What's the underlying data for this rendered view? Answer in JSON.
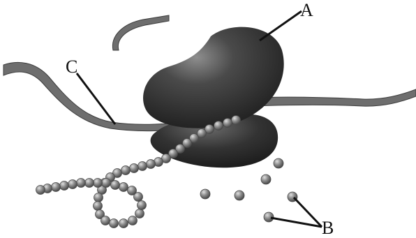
{
  "figure": {
    "labels": {
      "a": "A",
      "b": "B",
      "c": "C"
    },
    "colors": {
      "background": "#ffffff",
      "ribbon": "#6e6e6e",
      "ribbon_edge": "#3c3c3c",
      "large_subunit": "#3f3f3f",
      "small_subunit": "#333333",
      "bead": "#8a8a8a",
      "bead_edge": "#4a4a4a",
      "pointer": "#111111"
    },
    "parts": [
      "mRNA-strand",
      "large-ribosomal-subunit",
      "small-ribosomal-subunit",
      "polypeptide-chain",
      "free-amino-acids"
    ]
  }
}
